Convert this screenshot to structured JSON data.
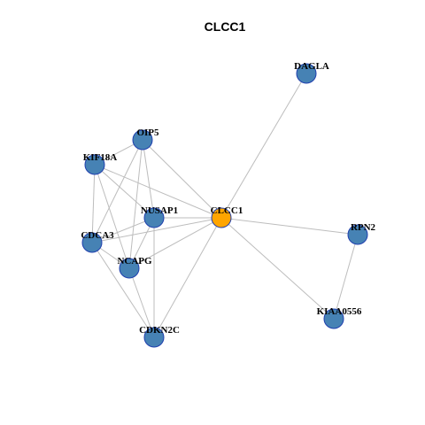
{
  "graph": {
    "title": "CLCC1",
    "colors": {
      "hub_fill": "#FFA500",
      "node_fill": "#4682B4",
      "node_border": "#1F3FAE",
      "edge": "#BDBDBD"
    },
    "nodes": [
      {
        "id": "DAGLA",
        "label": "DAGLA",
        "role": "neighbor"
      },
      {
        "id": "OIP5",
        "label": "OIP5",
        "role": "neighbor"
      },
      {
        "id": "KIF18A",
        "label": "KIF18A",
        "role": "neighbor"
      },
      {
        "id": "NUSAP1",
        "label": "NUSAP1",
        "role": "neighbor"
      },
      {
        "id": "CLCC1",
        "label": "CLCC1",
        "role": "hub"
      },
      {
        "id": "RPN2",
        "label": "RPN2",
        "role": "neighbor"
      },
      {
        "id": "CDCA3",
        "label": "CDCA3",
        "role": "neighbor"
      },
      {
        "id": "NCAPG",
        "label": "NCAPG",
        "role": "neighbor"
      },
      {
        "id": "KIAA0556",
        "label": "KIAA0556",
        "role": "neighbor"
      },
      {
        "id": "CDKN2C",
        "label": "CDKN2C",
        "role": "neighbor"
      }
    ],
    "edges": [
      [
        "CLCC1",
        "DAGLA"
      ],
      [
        "CLCC1",
        "OIP5"
      ],
      [
        "CLCC1",
        "KIF18A"
      ],
      [
        "CLCC1",
        "NUSAP1"
      ],
      [
        "CLCC1",
        "CDCA3"
      ],
      [
        "CLCC1",
        "NCAPG"
      ],
      [
        "CLCC1",
        "CDKN2C"
      ],
      [
        "CLCC1",
        "RPN2"
      ],
      [
        "CLCC1",
        "KIAA0556"
      ],
      [
        "RPN2",
        "KIAA0556"
      ],
      [
        "OIP5",
        "KIF18A"
      ],
      [
        "OIP5",
        "NUSAP1"
      ],
      [
        "OIP5",
        "CDCA3"
      ],
      [
        "OIP5",
        "NCAPG"
      ],
      [
        "KIF18A",
        "NUSAP1"
      ],
      [
        "KIF18A",
        "CDCA3"
      ],
      [
        "KIF18A",
        "NCAPG"
      ],
      [
        "NUSAP1",
        "CDCA3"
      ],
      [
        "NUSAP1",
        "NCAPG"
      ],
      [
        "NUSAP1",
        "CDKN2C"
      ],
      [
        "CDCA3",
        "NCAPG"
      ],
      [
        "CDCA3",
        "CDKN2C"
      ],
      [
        "NCAPG",
        "CDKN2C"
      ]
    ]
  }
}
